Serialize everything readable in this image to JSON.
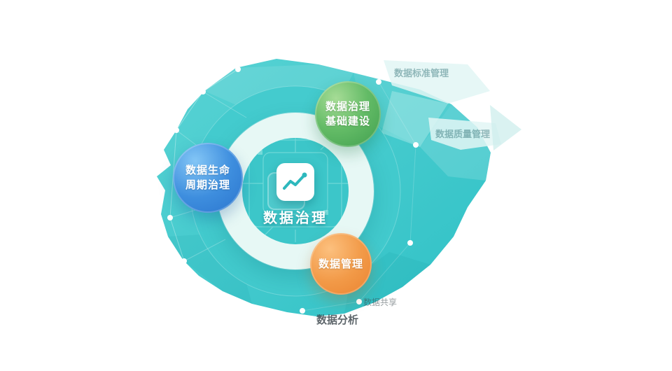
{
  "diagram": {
    "center": {
      "label": "数据治理",
      "icon": "line-chart-icon"
    },
    "nodes": [
      {
        "id": "governance-foundation",
        "lines": [
          "数据治理",
          "基础建设"
        ]
      },
      {
        "id": "lifecycle-governance",
        "lines": [
          "数据生命",
          "周期治理"
        ]
      },
      {
        "id": "data-management",
        "lines": [
          "数据管理"
        ]
      }
    ],
    "faded_labels": [
      {
        "text": "数据标准管理"
      },
      {
        "text": "数据质量管理"
      },
      {
        "text": "数据共享"
      },
      {
        "text": "数据分析"
      }
    ],
    "colors": {
      "blob_teal": "#3cc7ca",
      "ring_light": "#e7f8f5",
      "node_green": "#4fae58",
      "node_blue": "#3584d9",
      "node_orange": "#f0913c",
      "icon_teal": "#2eb8bd"
    }
  }
}
